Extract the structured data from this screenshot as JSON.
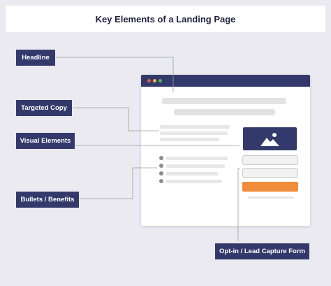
{
  "title": "Key Elements of a Landing Page",
  "labels": {
    "headline": "Headline",
    "targeted_copy": "Targeted Copy",
    "visual_elements": "Visual Elements",
    "bullets_benefits": "Bullets / Benefits",
    "optin_form": "Opt-in / Lead Capture Form"
  },
  "colors": {
    "label_bg": "#333a6b",
    "browser_bar": "#333a6b",
    "cta_button": "#f08c3a",
    "background": "#eaeaf0",
    "connector": "#9a9aa8"
  },
  "icons": {
    "visual": "image-icon"
  }
}
